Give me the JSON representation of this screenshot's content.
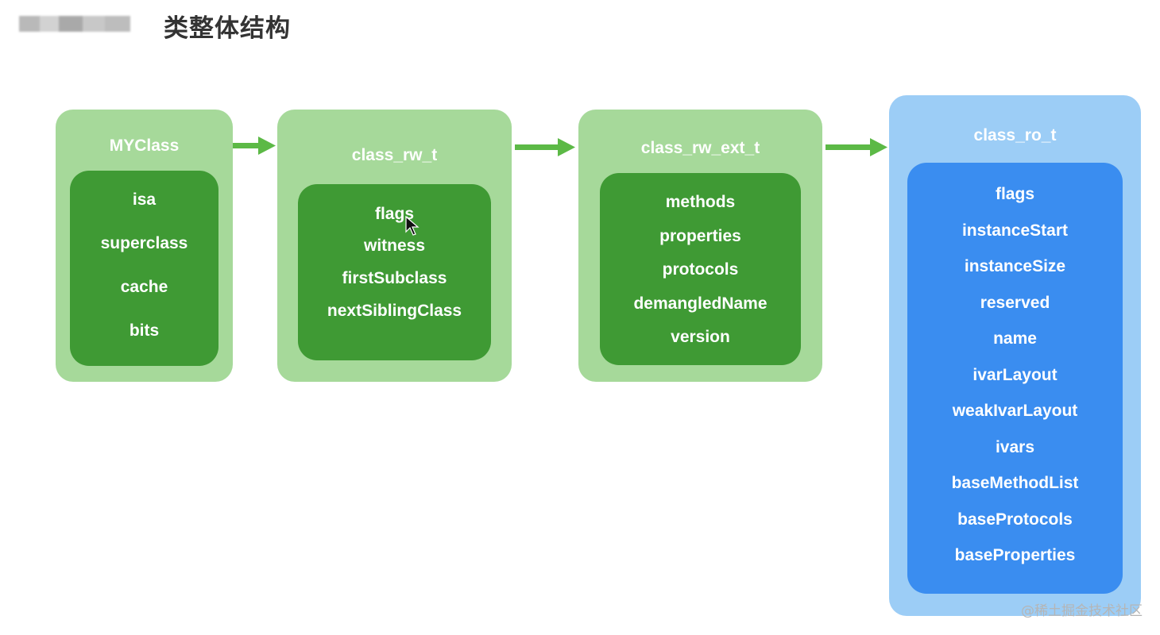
{
  "title": "类整体结构",
  "boxes": [
    {
      "title": "MYClass",
      "fields": [
        "isa",
        "superclass",
        "cache",
        "bits"
      ]
    },
    {
      "title": "class_rw_t",
      "fields": [
        "flags",
        "witness",
        "firstSubclass",
        "nextSiblingClass"
      ]
    },
    {
      "title": "class_rw_ext_t",
      "fields": [
        "methods",
        "properties",
        "protocols",
        "demangledName",
        "version"
      ]
    },
    {
      "title": "class_ro_t",
      "fields": [
        "flags",
        "instanceStart",
        "instanceSize",
        "reserved",
        "name",
        "ivarLayout",
        "weakIvarLayout",
        "ivars",
        "baseMethodList",
        "baseProtocols",
        "baseProperties"
      ]
    }
  ],
  "watermark": "@稀土掘金技术社区",
  "colors": {
    "green_outer": "#a6d99a",
    "green_inner": "#3f9a34",
    "blue_outer": "#9ccdf6",
    "blue_inner": "#3a8df0",
    "arrow": "#5cb946"
  },
  "icons": [
    "mouse-cursor-icon",
    "arrow-right-icon"
  ]
}
